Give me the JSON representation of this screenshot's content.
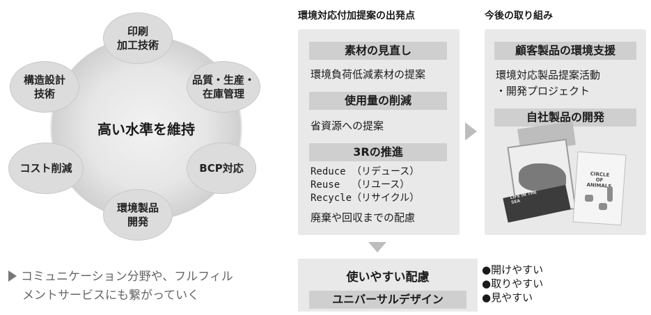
{
  "diagram": {
    "center_label": "高い水準を維持",
    "bubbles": [
      {
        "id": "printing",
        "label": "印刷\n加工技術"
      },
      {
        "id": "quality",
        "label": "品質・生産・\n在庫管理"
      },
      {
        "id": "bcp",
        "label": "BCP対応"
      },
      {
        "id": "eco-products",
        "label": "環境製品\n開発"
      },
      {
        "id": "cost",
        "label": "コスト削減"
      },
      {
        "id": "structure",
        "label": "構造設計\n技術"
      }
    ],
    "footnote_line1": "コミュニケーション分野や、フルフィル",
    "footnote_line2": "メントサービスにも繋がっていく"
  },
  "proposal": {
    "title": "環境対応付加提案の出発点",
    "sections": [
      {
        "header": "素材の見直し",
        "body": "環境負荷低減素材の提案"
      },
      {
        "header": "使用量の削減",
        "body": "省資源への提案"
      },
      {
        "header": "3Rの推進",
        "lines": [
          "Reduce （リデュース）",
          "Reuse  （リユース）",
          "Recycle（リサイクル）"
        ],
        "extra": "廃棄や回収までの配慮"
      }
    ]
  },
  "future": {
    "title": "今後の取り組み",
    "header1": "顧客製品の環境支援",
    "body1_line1": "環境対応製品提案活動",
    "body1_line2": "・開発プロジェクト",
    "header2": "自社製品の開発",
    "product_file_title": "CIRCLE\nOF\nANIMALS",
    "product_box_caption": "LIFE IN THE SEA"
  },
  "usability": {
    "title": "使いやすい配慮",
    "subtitle": "ユニバーサルデザイン",
    "bullets": [
      "●開けやすい",
      "●取りやすい",
      "●見やすい"
    ]
  }
}
